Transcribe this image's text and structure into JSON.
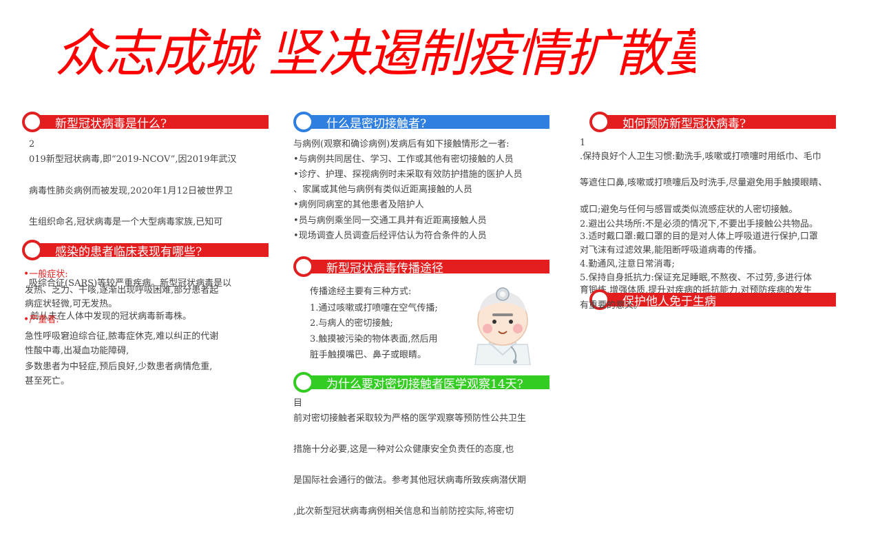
{
  "title": "众志成城  坚决遏制疫情扩散蔓延",
  "col1": {
    "header1": "新型冠状病毒是什么?",
    "para1": [
      "2",
      "019新型冠状病毒,即“2019-NCOV”,因2019年武汉",
      "病毒性肺炎病例而被发现,2020年1月12日被世界卫",
      "生组织命名,冠状病毒是一个大型病毒家族,已知可"
    ],
    "header2": "感染的患者临床表现有哪些?",
    "para2_label1": "一般症状:",
    "para2_over1": "吸综合征(SARS)等较严重疾病。新型冠状病毒是以",
    "para2_over2": "发热、乏力、干咳,逐渐出现呼吸困难,部分患者起",
    "para2_over3": "病症状轻微,可无发热。",
    "para2_over4": "前从未在人体中发现的冠状病毒新毒株。",
    "para2_label2": "严重者:",
    "para2_rest": [
      "急性呼吸窘迫综合征,脓毒症休克,难以纠正的代谢",
      "性酸中毒,出凝血功能障碍,",
      "多数患者为中轻症,预后良好,少数患者病情危重,",
      "甚至死亡。"
    ]
  },
  "col2": {
    "header1": "什么是密切接触者?",
    "para1": [
      "与病例(观察和确诊病例)发病后有如下接触情形之一者:",
      "•与病例共同居住、学习、工作或其他有密切接触的人员",
      "•诊疗、护理、探视病例时未采取有效防护措施的医护人员",
      "、家属或其他与病例有类似近距离接触的人员",
      "•病例同病室的其他患者及陪护人",
      "•员与病例乘坐同一交通工具并有近距离接触人员",
      "•现场调查人员调查后经评估认为符合条件的人员"
    ],
    "header2": "新型冠状病毒传播途径",
    "para2": [
      "传播途经主要有三种方式:",
      "1.通过咳嗽或打喷嚏在空气传播;",
      "2.与病人的密切接触;",
      "3.触摸被污染的物体表面,然后用",
      "脏手触摸嘴巴、鼻子或眼睛。"
    ],
    "header3": "为什么要对密切接触者医学观察14天?",
    "para3": [
      "目",
      "前对密切接触者采取较为严格的医学观察等预防性公共卫生",
      "措施十分必要,这是一种对公众健康安全负责任的态度,也",
      "是国际社会通行的做法。参考其他冠状病毒所致疾病潜伏期",
      ",此次新型冠状病毒病例相关信息和当前防控实际,将密切"
    ]
  },
  "col3": {
    "header1": "如何预防新型冠状病毒?",
    "para1": [
      "1",
      ".保持良好个人卫生习惯:勤洗手,咳嗽或打喷嚏时用纸巾、毛巾",
      "等遮住口鼻,咳嗽或打喷嚏后及时洗手,尽量避免用手触摸眼睛、鼻",
      "或口;避免与任何与感冒或类似流感症状的人密切接触。",
      "2.避出公共场所:不是必须的情况下,不要出手接触公共物品。",
      "3.适时戴口罩:戴口罩的目的是对人体上呼吸道进行保护,口罩",
      "对飞沫有过滤效果,能阻断呼吸道病毒的传播。",
      "4.勤通风,注意日常消毒;",
      "5.保持自身抵抗力:保证充足睡眠,不熬夜、不过劳,多进行体"
    ],
    "para1_over": [
      "育锻炼,增强体质,提升对疾病的抵抗能力,对预防疾病的发生",
      "有重要的意义。"
    ],
    "header2": "保护他人免于生病"
  }
}
